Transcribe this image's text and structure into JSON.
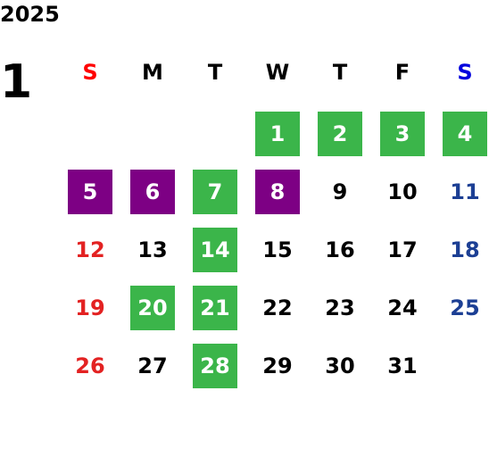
{
  "calendar": {
    "year": "2025",
    "month": "1",
    "weekdays": [
      "S",
      "M",
      "T",
      "W",
      "T",
      "F",
      "S"
    ],
    "first_weekday_index": 3,
    "days": [
      {
        "day": "1",
        "status": "green"
      },
      {
        "day": "2",
        "status": "green"
      },
      {
        "day": "3",
        "status": "green"
      },
      {
        "day": "4",
        "status": "green"
      },
      {
        "day": "5",
        "status": "purple"
      },
      {
        "day": "6",
        "status": "purple"
      },
      {
        "day": "7",
        "status": "green"
      },
      {
        "day": "8",
        "status": "purple"
      },
      {
        "day": "9",
        "status": "none"
      },
      {
        "day": "10",
        "status": "none"
      },
      {
        "day": "11",
        "status": "none"
      },
      {
        "day": "12",
        "status": "none"
      },
      {
        "day": "13",
        "status": "none"
      },
      {
        "day": "14",
        "status": "green"
      },
      {
        "day": "15",
        "status": "none"
      },
      {
        "day": "16",
        "status": "none"
      },
      {
        "day": "17",
        "status": "none"
      },
      {
        "day": "18",
        "status": "none"
      },
      {
        "day": "19",
        "status": "none"
      },
      {
        "day": "20",
        "status": "green"
      },
      {
        "day": "21",
        "status": "green"
      },
      {
        "day": "22",
        "status": "none"
      },
      {
        "day": "23",
        "status": "none"
      },
      {
        "day": "24",
        "status": "none"
      },
      {
        "day": "25",
        "status": "none"
      },
      {
        "day": "26",
        "status": "none"
      },
      {
        "day": "27",
        "status": "none"
      },
      {
        "day": "28",
        "status": "green"
      },
      {
        "day": "29",
        "status": "none"
      },
      {
        "day": "30",
        "status": "none"
      },
      {
        "day": "31",
        "status": "none"
      }
    ]
  },
  "colors": {
    "green_fill": "#3bb54a",
    "purple_fill": "#7d0084",
    "filled_text": "#ffffff",
    "weekday_text": "#000000",
    "sunday_header": "#ff0000",
    "saturday_header": "#0000dd",
    "sunday_day": "#e32222",
    "saturday_day": "#1c3f94"
  }
}
